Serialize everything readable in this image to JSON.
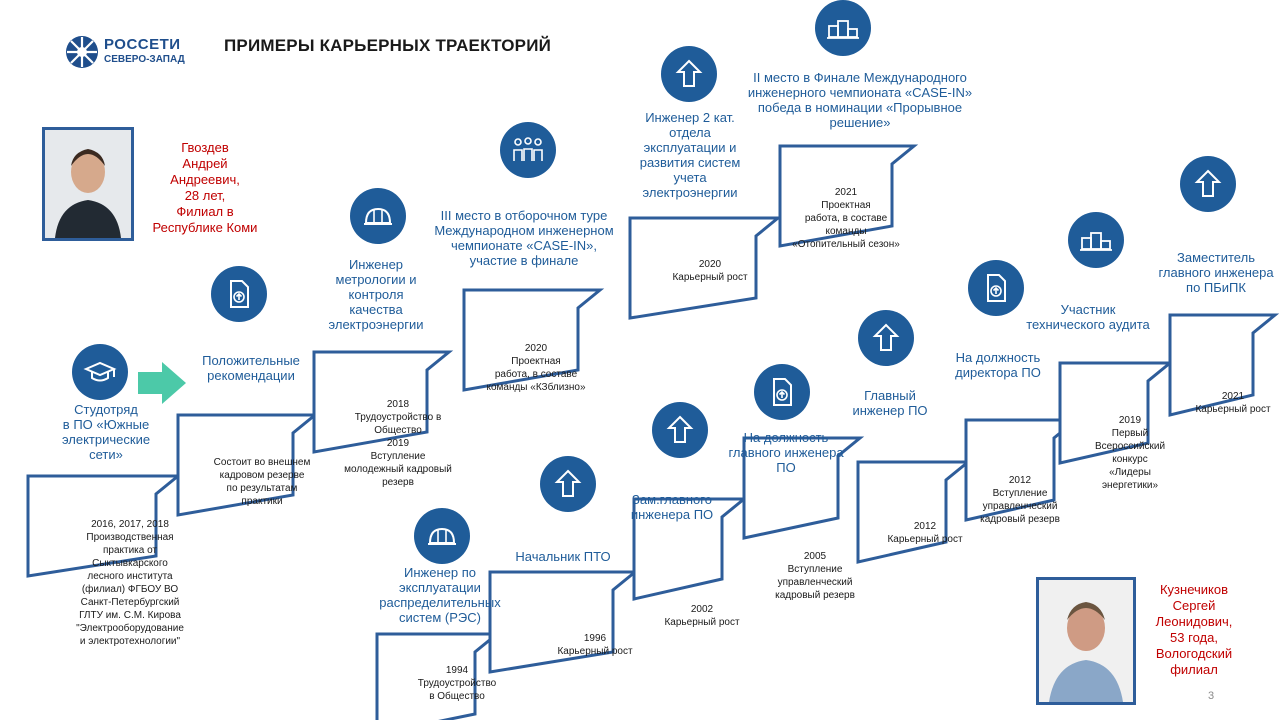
{
  "header": {
    "logo_name": "РОССЕТИ",
    "logo_sub": "СЕВЕРО-ЗАПАД",
    "title": "ПРИМЕРЫ  КАРЬЕРНЫХ ТРАЕКТОРИЙ"
  },
  "page_number": "3",
  "person1": {
    "name": "Гвоздев\nАндрей\nАндреевич,\n28 лет,\nФилиал в\nРеспублике Коми"
  },
  "person2": {
    "name": "Кузнечиков\nСергей\nЛеонидович,\n53 года,\nВологодский\nфилиал"
  },
  "track1": {
    "labels": [
      "Студотряд\nв ПО «Южные\nэлектрические\nсети»",
      "Положительные\nрекомендации",
      "Инженер\nметрологии и\nконтроля\nкачества\nэлектроэнергии",
      "III место в отборочном туре\nМеждународном инженерном\nчемпионате «CASE-IN»,\nучастие в финале",
      "Инженер 2 кат.\nотдела\nэксплуатации и\nразвития систем\nучета\nэлектроэнергии",
      "II место в Финале Международного\nинженерного чемпионата «CASE-IN»\nпобеда в номинации «Прорывное\nрешение»"
    ],
    "captions": [
      "2016, 2017, 2018\nПроизводственная\nпрактика от\nСыктывкарского\nлесного института\n(филиал) ФГБОУ ВО\nСанкт-Петербургский\nГЛТУ им. С.М. Кирова\n\"Электрооборудование\nи электротехнологии\"",
      "Состоит во внешнем\nкадровом резерве\nпо результатам\nпрактики",
      "2018\nТрудоустройство в\nОбщество\n2019\nВступление\nмолодежный кадровый\nрезерв",
      "2020\nПроектная\nработа, в составе\nкоманды «КЗблизно»",
      "2020\nКарьерный рост",
      "2021\nПроектная\nработа, в составе\nкоманды\n«Отопительный сезон»"
    ]
  },
  "track2": {
    "labels": [
      "Инженер по\nэксплуатации\nраспределительных\nсистем (РЭС)",
      "Начальник ПТО",
      "Зам.главного\nинженера ПО",
      "На должность\nглавного инженера\nПО",
      "Главный\nинженер ПО",
      "На должность\nдиректора ПО",
      "Участник\nтехнического аудита",
      "Заместитель\nглавного инженера\nпо ПБиПК"
    ],
    "captions": [
      "1994\nТрудоустройство\nв Общество",
      "1996\nКарьерный рост",
      "2002\nКарьерный рост",
      "2005\nВступление\nуправленческий\nкадровый резерв",
      "2012\nКарьерный рост",
      "2012\nВступление\nуправленческий\nкадровый резерв",
      "2019\nПервый\nВсероссийский\nконкурс\n«Лидеры\nэнергетики»",
      "2021\nКарьерный рост"
    ]
  },
  "icons": {
    "t1": [
      "graduation-cap-icon",
      "document-icon",
      "helmet-icon",
      "team-icon",
      "arrow-up-icon",
      "podium-icon"
    ],
    "t2": [
      "helmet-icon",
      "arrow-up-icon",
      "arrow-up-icon",
      "document-icon",
      "arrow-up-icon",
      "document-icon",
      "podium-icon",
      "arrow-up-icon"
    ]
  },
  "colors": {
    "accent": "#1f5c99",
    "name_red": "#c00000",
    "arrow_green": "#4cc9a8"
  }
}
